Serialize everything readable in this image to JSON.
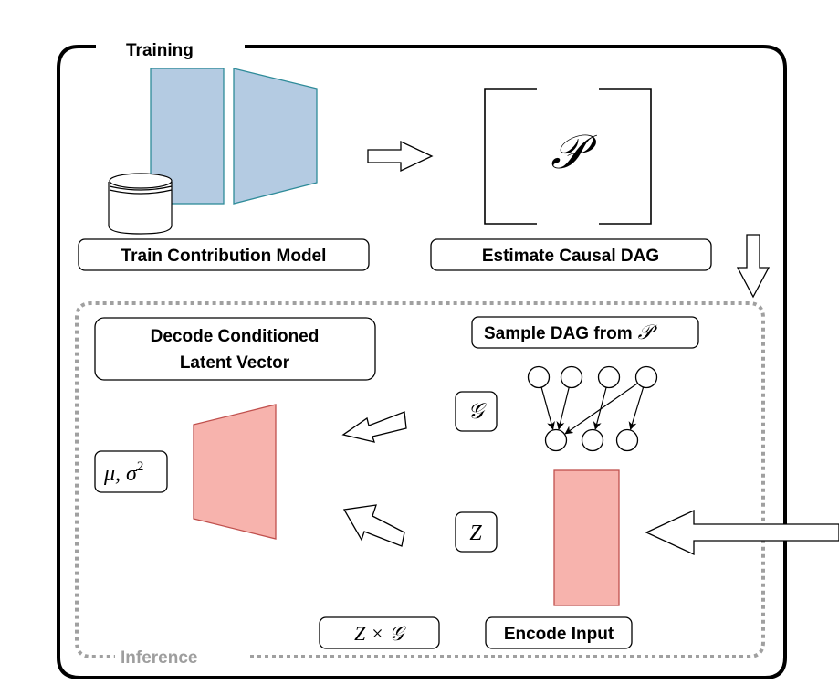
{
  "training": {
    "title": "Training",
    "train_contribution_model": "Train Contribution Model",
    "estimate_causal_dag": "Estimate Causal DAG",
    "prob_symbol": "𝒫"
  },
  "inference": {
    "title": "Inference",
    "decode_line1": "Decode Conditioned",
    "decode_line2": "Latent Vector",
    "sample_dag_text": "Sample DAG from",
    "sample_dag_symbol": "𝒫",
    "graph_symbol": "𝒢",
    "z_symbol": "Z",
    "mu_sigma": "μ, σ",
    "mu_sigma_sup": "2",
    "z_times_g": "Z × 𝒢",
    "encode_input": "Encode Input"
  },
  "colors": {
    "encoder_blue_fill": "#b4cbe2",
    "encoder_blue_stroke": "#2e8b99",
    "decoder_red_fill": "#f7b3ad",
    "decoder_red_stroke": "#c0504d",
    "inference_border": "#a0a0a0"
  },
  "dag": {
    "parents": 4,
    "children": 3,
    "edges": [
      [
        0,
        0
      ],
      [
        1,
        0
      ],
      [
        3,
        0
      ],
      [
        2,
        1
      ],
      [
        3,
        2
      ]
    ]
  }
}
